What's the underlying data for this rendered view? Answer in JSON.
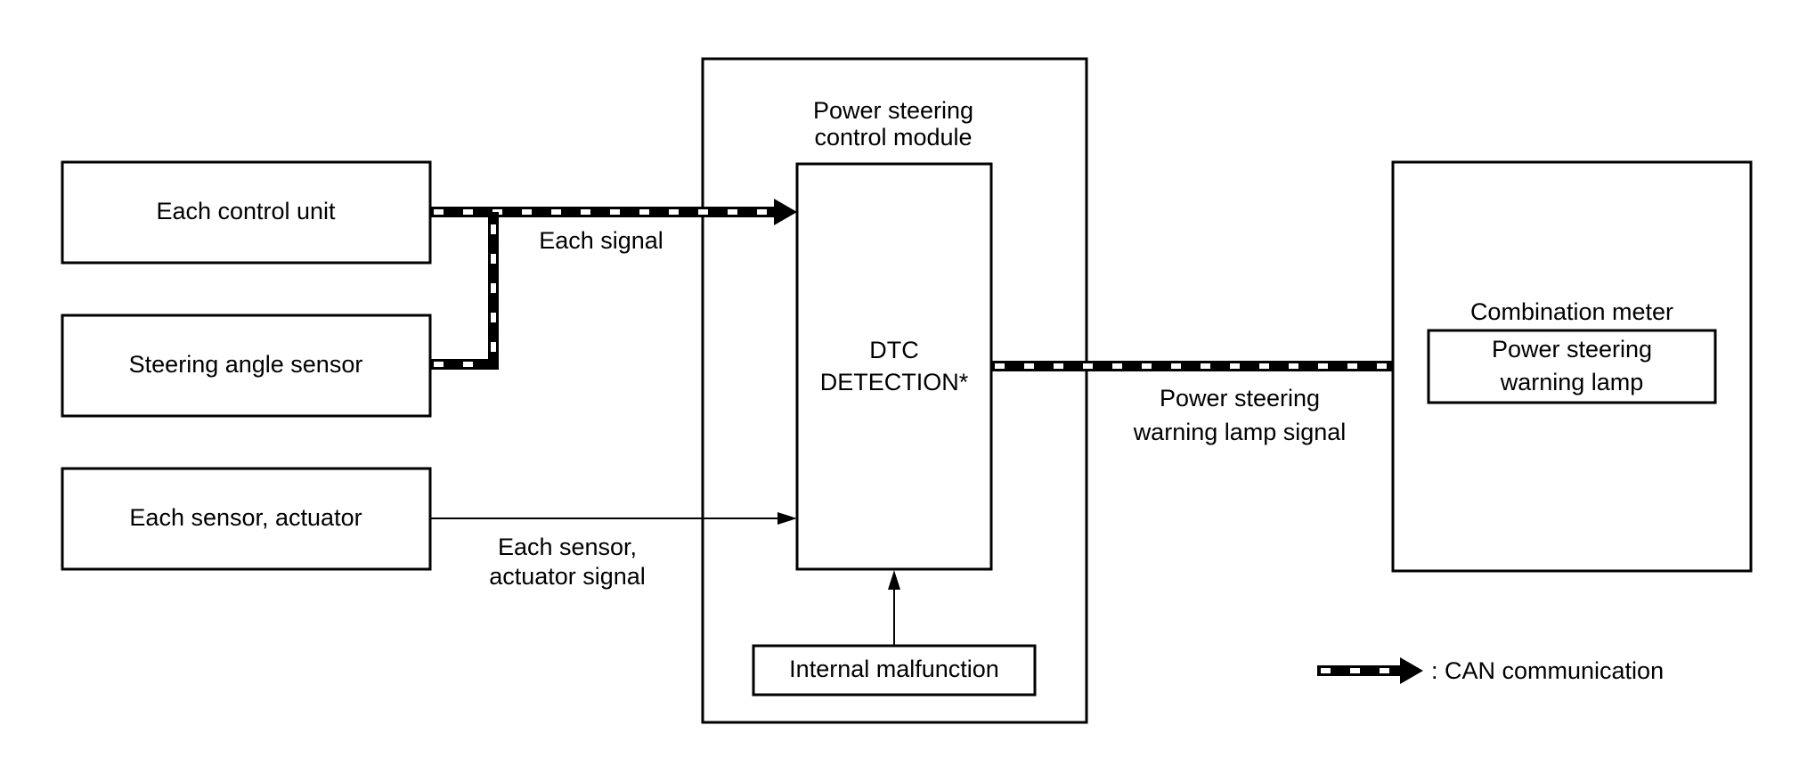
{
  "diagram": {
    "type": "block-diagram",
    "nodes": {
      "each_control_unit": {
        "label": "Each control unit"
      },
      "steering_angle_sensor": {
        "label": "Steering angle sensor"
      },
      "each_sensor_actuator": {
        "label": "Each sensor, actuator"
      },
      "power_steering_module": {
        "title_line1": "Power steering",
        "title_line2": "control module"
      },
      "dtc_detection": {
        "line1": "DTC",
        "line2": "DETECTION*"
      },
      "internal_malfunction": {
        "label": "Internal malfunction"
      },
      "combination_meter": {
        "title": "Combination meter"
      },
      "warning_lamp": {
        "line1": "Power steering",
        "line2": "warning lamp"
      }
    },
    "edges": {
      "each_signal": {
        "label": "Each signal",
        "type": "CAN",
        "from": [
          "each_control_unit",
          "steering_angle_sensor"
        ],
        "to": "dtc_detection"
      },
      "sensor_actuator_signal": {
        "label_line1": "Each sensor,",
        "label_line2": "actuator signal",
        "type": "wire",
        "from": "each_sensor_actuator",
        "to": "dtc_detection"
      },
      "internal": {
        "type": "wire",
        "from": "internal_malfunction",
        "to": "dtc_detection"
      },
      "warning_lamp_signal": {
        "label_line1": "Power steering",
        "label_line2": "warning lamp signal",
        "type": "CAN",
        "from": "dtc_detection",
        "to": "warning_lamp"
      }
    },
    "legend": {
      "label": ": CAN communication",
      "symbol": "can-arrow"
    },
    "colors": {
      "line": "#000000",
      "background": "#ffffff"
    }
  }
}
